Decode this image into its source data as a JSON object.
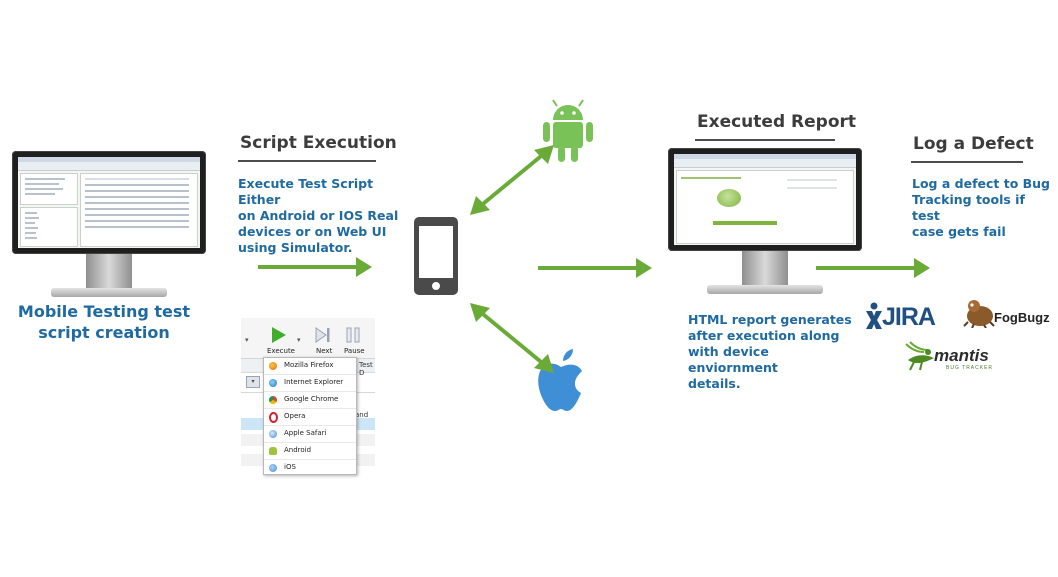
{
  "step_create": {
    "caption_line1": "Mobile Testing test",
    "caption_line2": "script creation"
  },
  "step_execute": {
    "heading": "Script Execution",
    "desc_lines": [
      "Execute Test Script Either",
      "on Android or IOS Real",
      "devices or on Web UI",
      "using Simulator."
    ]
  },
  "execute_panel": {
    "toolbar": {
      "execute_label": "Execute",
      "next_label": "Next",
      "pause_label": "Pause"
    },
    "header_fragment": "Test D",
    "row_fragment": "and",
    "browsers": [
      "Mozilla Firefox",
      "Internet Explorer",
      "Google Chrome",
      "Opera",
      "Apple Safari",
      "Android",
      "iOS"
    ]
  },
  "step_report": {
    "heading": "Executed Report",
    "desc_lines": [
      "HTML report generates",
      "after execution along",
      "with device enviornment",
      "details."
    ]
  },
  "step_defect": {
    "heading": "Log a Defect",
    "desc_lines": [
      "Log a defect to Bug",
      "Tracking tools if test",
      "case gets fail"
    ]
  },
  "logos": {
    "jira": "JIRA",
    "fogbugz": "FogBugz",
    "mantis": "mantis",
    "mantis_sub": "BUG TRACKER"
  },
  "icons": [
    "monitor-icon",
    "smartphone-icon",
    "android-icon",
    "apple-icon",
    "jira-logo",
    "fogbugz-logo",
    "mantis-logo"
  ],
  "colors": {
    "arrow_green": "#6aab38",
    "android_green": "#78c257",
    "apple_blue": "#3f8fd6",
    "text_blue": "#1f6aa1",
    "heading_gray": "#3c3c3c"
  }
}
